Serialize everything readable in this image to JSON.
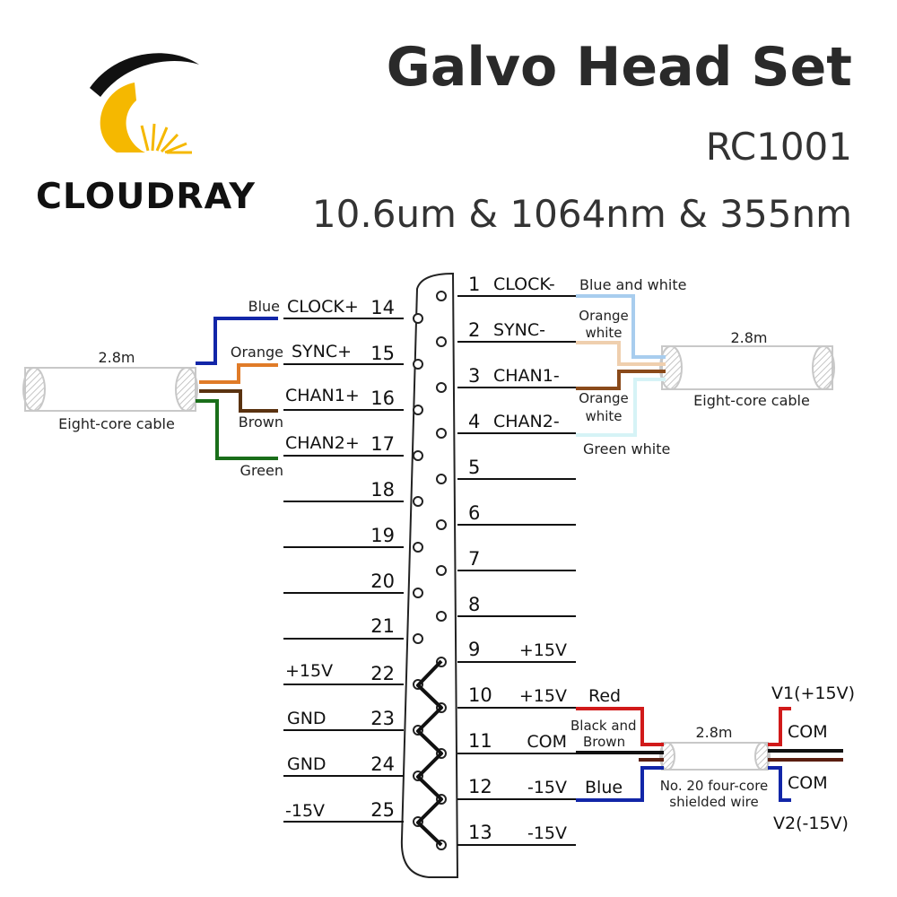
{
  "header": {
    "title": "Galvo Head Set",
    "model": "RC1001",
    "wavelengths": "10.6um & 1064nm & 355nm"
  },
  "brand": {
    "name": "CLOUDRAY",
    "colors": {
      "arc": "#111111",
      "sun": "#f5b800",
      "text": "#111111"
    }
  },
  "connector": {
    "left_pins": [
      {
        "num": "14",
        "signal": "CLOCK+"
      },
      {
        "num": "15",
        "signal": "SYNC+"
      },
      {
        "num": "16",
        "signal": "CHAN1+"
      },
      {
        "num": "17",
        "signal": "CHAN2+"
      },
      {
        "num": "18",
        "signal": ""
      },
      {
        "num": "19",
        "signal": ""
      },
      {
        "num": "20",
        "signal": ""
      },
      {
        "num": "21",
        "signal": ""
      },
      {
        "num": "22",
        "signal": "+15V"
      },
      {
        "num": "23",
        "signal": "GND"
      },
      {
        "num": "24",
        "signal": "GND"
      },
      {
        "num": "25",
        "signal": "-15V"
      }
    ],
    "right_pins": [
      {
        "num": "1",
        "signal": "CLOCK-"
      },
      {
        "num": "2",
        "signal": "SYNC-"
      },
      {
        "num": "3",
        "signal": "CHAN1-"
      },
      {
        "num": "4",
        "signal": "CHAN2-"
      },
      {
        "num": "5",
        "signal": ""
      },
      {
        "num": "6",
        "signal": ""
      },
      {
        "num": "7",
        "signal": ""
      },
      {
        "num": "8",
        "signal": ""
      },
      {
        "num": "9",
        "signal": "+15V"
      },
      {
        "num": "10",
        "signal": "+15V"
      },
      {
        "num": "11",
        "signal": "COM"
      },
      {
        "num": "12",
        "signal": "-15V"
      },
      {
        "num": "13",
        "signal": "-15V"
      }
    ]
  },
  "left_cable": {
    "length": "2.8m",
    "type": "Eight-core cable",
    "wires": [
      {
        "label": "Blue",
        "color": "#1226a8"
      },
      {
        "label": "Orange",
        "color": "#e07b28"
      },
      {
        "label": "Brown",
        "color": "#5a3210"
      },
      {
        "label": "Green",
        "color": "#1a6e1a"
      }
    ]
  },
  "right_cable": {
    "length": "2.8m",
    "type": "Eight-core cable",
    "wires": [
      {
        "label": "Blue and white",
        "color": "#a8cdee"
      },
      {
        "label1": "Orange",
        "label2": "white",
        "color": "#efcfae"
      },
      {
        "label1": "Orange",
        "label2": "white",
        "color": "#8a4a1a"
      },
      {
        "label": "Green white",
        "color": "#d6f3f6"
      }
    ]
  },
  "power_cable": {
    "length": "2.8m",
    "type_line1": "No. 20 four-core",
    "type_line2": "shielded wire",
    "wires": {
      "red": {
        "label": "Red",
        "color": "#d11a1a"
      },
      "black_brown": {
        "label1": "Black and",
        "label2": "Brown",
        "color_black": "#111111",
        "color_brown": "#5a1e10"
      },
      "blue": {
        "label": "Blue",
        "color": "#1226a8"
      }
    },
    "outputs": {
      "v1": "V1(+15V)",
      "com1": "COM",
      "com2": "COM",
      "v2": "V2(-15V)"
    }
  }
}
